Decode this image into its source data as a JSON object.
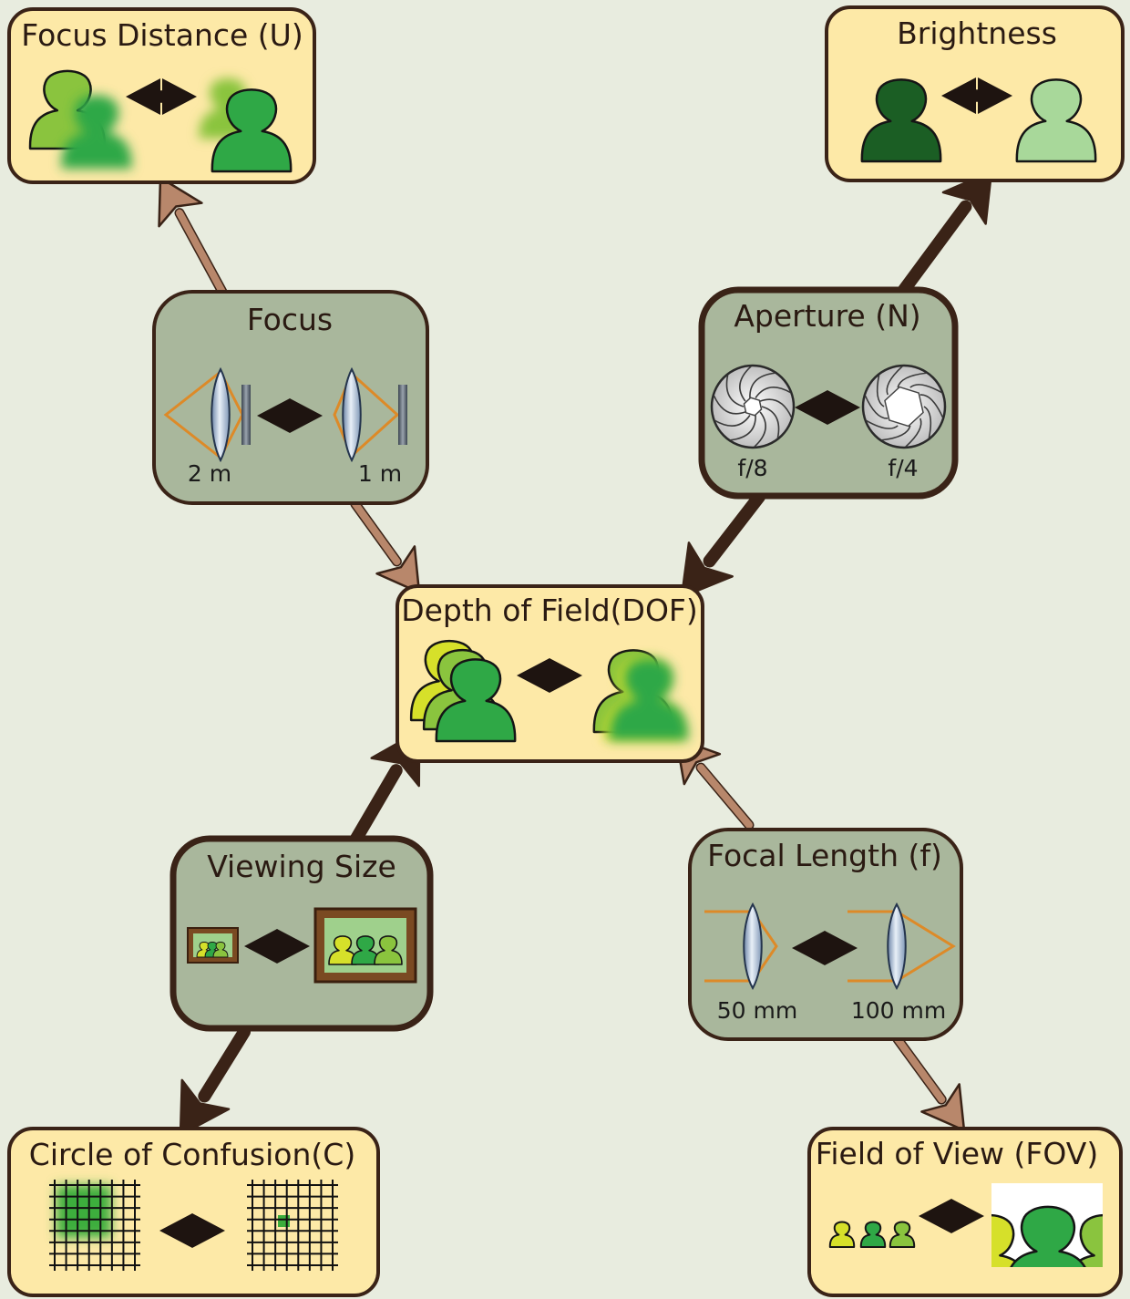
{
  "colors": {
    "background": "#e8ecdf",
    "yellow_box": "#fde9a7",
    "green_box": "#a9b79c",
    "border": "#3a2317",
    "arrow_dark": "#3a2317",
    "arrow_light": "#b8876b",
    "lens_orange": "#dd8a28",
    "person_green": "#2fa846",
    "person_lime": "#8ac43e",
    "person_yellow": "#d6e02a",
    "person_dark": "#1b5e24",
    "person_pale": "#a8d89a"
  },
  "nodes": {
    "focus_distance": {
      "title": "Focus Distance (U)"
    },
    "brightness": {
      "title": "Brightness"
    },
    "focus": {
      "title": "Focus",
      "left_label": "2 m",
      "right_label": "1 m"
    },
    "aperture": {
      "title": "Aperture (N)",
      "left_label": "f/8",
      "right_label": "f/4"
    },
    "dof": {
      "title": "Depth of Field(DOF)"
    },
    "viewing_size": {
      "title": "Viewing Size"
    },
    "focal_length": {
      "title": "Focal Length (f)",
      "left_label": "50 mm",
      "right_label": "100 mm"
    },
    "coc": {
      "title": "Circle of Confusion(C)"
    },
    "fov": {
      "title": "Field of View (FOV)"
    }
  },
  "icons": {
    "exchange": "double-headed-arrow-icon",
    "person": "person-silhouette-icon",
    "lens": "lens-icon",
    "iris": "aperture-iris-icon",
    "frame": "picture-frame-icon",
    "grid": "pixel-grid-icon"
  }
}
